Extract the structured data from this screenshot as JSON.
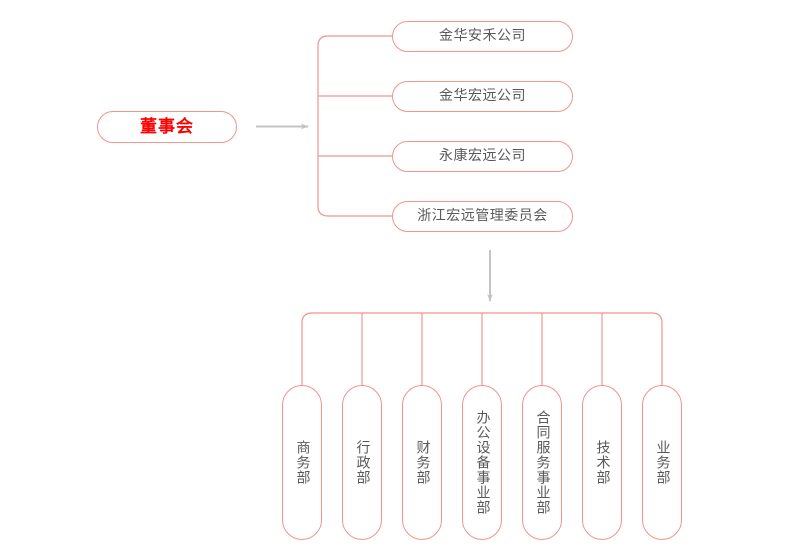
{
  "diagram": {
    "type": "organization-chart",
    "colors": {
      "node_border": "#f2948f",
      "connector_line": "#f2948f",
      "root_text": "#ff0000",
      "node_text": "#595959",
      "arrow": "#c8c8c8",
      "background": "#ffffff"
    },
    "root": {
      "label": "董事会"
    },
    "arrows": [
      {
        "name": "root-to-branch-arrow",
        "direction": "right"
      },
      {
        "name": "branch-to-departments-arrow",
        "direction": "down"
      }
    ],
    "subsidiaries": [
      {
        "label": "金华安禾公司"
      },
      {
        "label": "金华宏远公司"
      },
      {
        "label": "永康宏远公司"
      },
      {
        "label": "浙江宏远管理委员会"
      }
    ],
    "departments": [
      {
        "label": "商务部"
      },
      {
        "label": "行政部"
      },
      {
        "label": "财务部"
      },
      {
        "label": "办公设备事业部"
      },
      {
        "label": "合同服务事业部"
      },
      {
        "label": "技术部"
      },
      {
        "label": "业务部"
      }
    ]
  }
}
